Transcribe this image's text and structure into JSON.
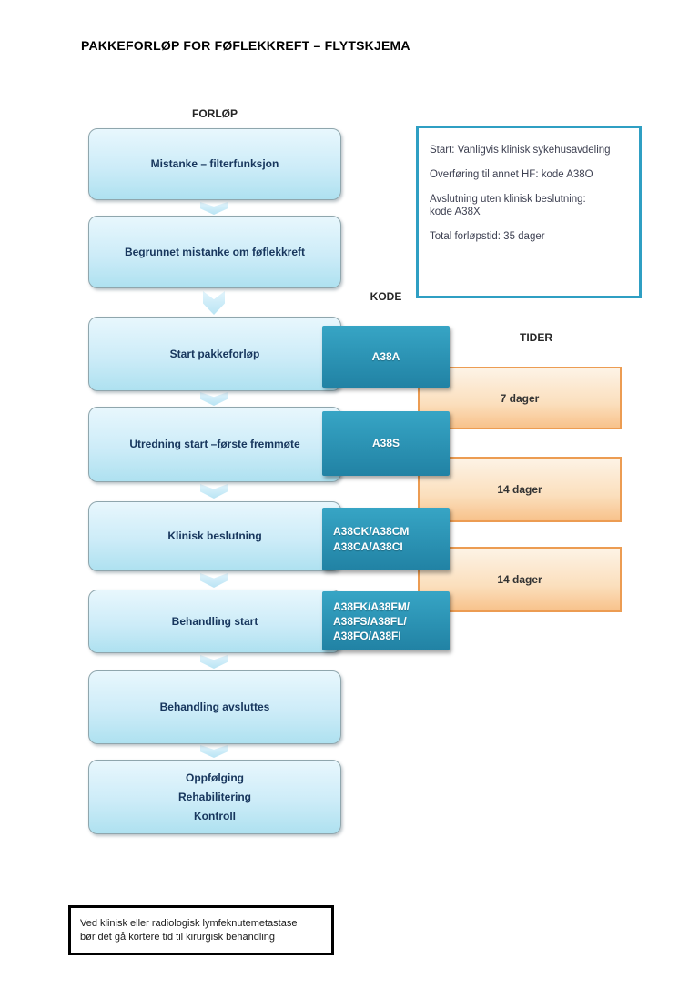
{
  "title": "PAKKEFORLØP FOR FØFLEKKREFT – FLYTSKJEMA",
  "column_labels": {
    "forlop": "FORLØP",
    "kode": "KODE",
    "tider": "TIDER"
  },
  "flow_boxes": [
    {
      "lines": [
        "Mistanke – filterfunksjon"
      ]
    },
    {
      "lines": [
        "Begrunnet mistanke om føflekkreft"
      ]
    },
    {
      "lines": [
        "Start pakkeforløp"
      ]
    },
    {
      "lines": [
        "Utredning start –første fremmøte"
      ]
    },
    {
      "lines": [
        "Klinisk beslutning"
      ]
    },
    {
      "lines": [
        "Behandling start"
      ]
    },
    {
      "lines": [
        "Behandling avsluttes"
      ]
    },
    {
      "lines": [
        "Oppfølging",
        "Rehabilitering",
        "Kontroll"
      ]
    }
  ],
  "code_boxes": [
    {
      "lines": [
        "A38A"
      ]
    },
    {
      "lines": [
        "A38S"
      ]
    },
    {
      "lines": [
        "A38CK/A38CM",
        "A38CA/A38CI"
      ]
    },
    {
      "lines": [
        "A38FK/A38FM/",
        "A38FS/A38FL/",
        "A38FO/A38FI"
      ]
    }
  ],
  "time_boxes": [
    {
      "label": "7 dager"
    },
    {
      "label": "14 dager"
    },
    {
      "label": "14 dager"
    }
  ],
  "info_box": {
    "paragraphs": [
      {
        "lines": [
          "Start: Vanligvis klinisk sykehusavdeling"
        ]
      },
      {
        "lines": [
          "Overføring til annet HF: kode A38O"
        ]
      },
      {
        "lines": [
          "Avslutning uten klinisk beslutning:",
          "kode A38X"
        ]
      },
      {
        "lines": [
          "Total forløpstid: 35 dager"
        ]
      }
    ]
  },
  "note_box": {
    "lines": [
      "Ved klinisk eller radiologisk lymfeknutemetastase",
      "bør det gå kortere tid til kirurgisk behandling"
    ]
  },
  "colors": {
    "flow_box_fill_top": "#e8f7fd",
    "flow_box_fill_bottom": "#aee1f0",
    "flow_box_border": "#8fa6ad",
    "flow_box_text": "#17365d",
    "code_box_fill_top": "#37a5c5",
    "code_box_fill_bottom": "#2182a4",
    "code_box_text": "#ffffff",
    "time_box_fill_top": "#fdf3e6",
    "time_box_fill_bottom": "#f8c28b",
    "time_box_border": "#ec9c52",
    "info_box_border": "#2f9fc3",
    "note_box_border": "#000000"
  }
}
